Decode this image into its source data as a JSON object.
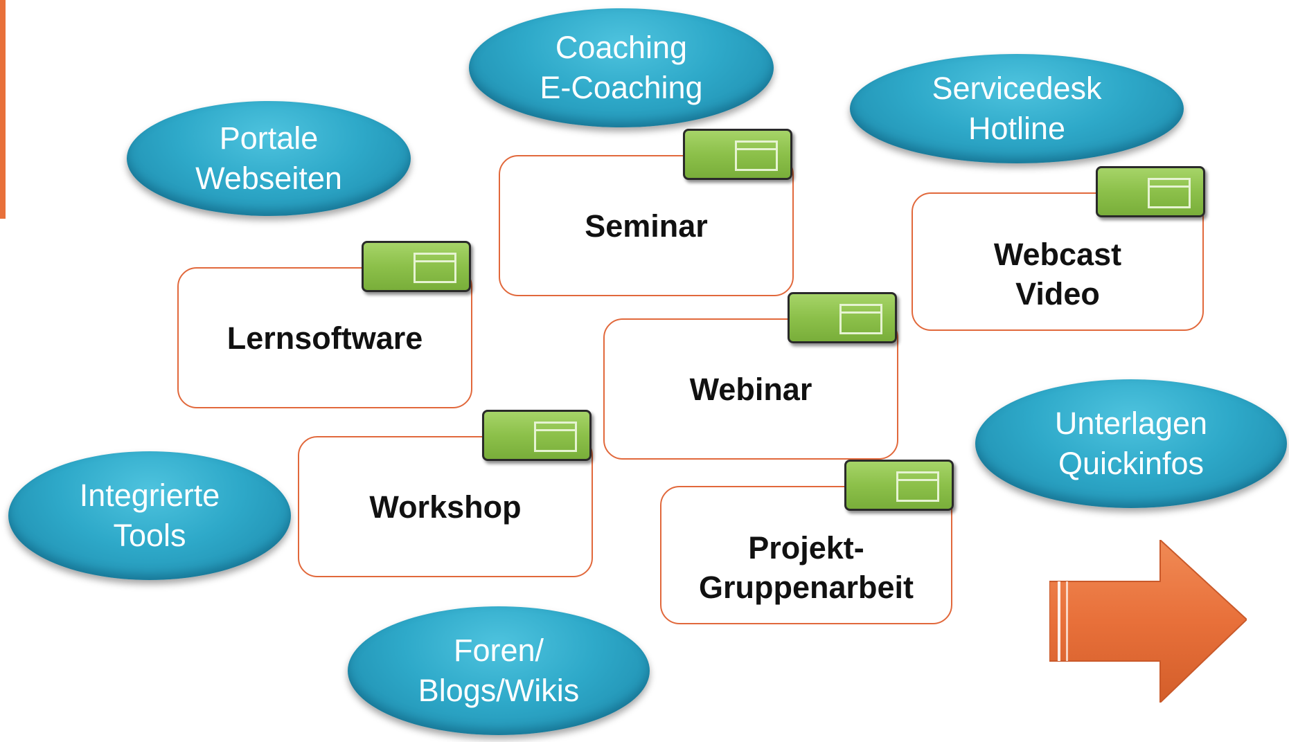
{
  "ellipses": [
    {
      "id": "coaching",
      "line1": "Coaching",
      "line2": "E-Coaching"
    },
    {
      "id": "servicedesk",
      "line1": "Servicedesk",
      "line2": "Hotline"
    },
    {
      "id": "portale",
      "line1": "Portale",
      "line2": "Webseiten"
    },
    {
      "id": "integrierte",
      "line1": "Integrierte",
      "line2": "Tools"
    },
    {
      "id": "foren",
      "line1": "Foren/",
      "line2": "Blogs/Wikis"
    },
    {
      "id": "unterlagen",
      "line1": "Unterlagen",
      "line2": "Quickinfos"
    }
  ],
  "boxes": [
    {
      "id": "seminar",
      "line1": "Seminar",
      "line2": ""
    },
    {
      "id": "lernsoftware",
      "line1": "Lernsoftware",
      "line2": ""
    },
    {
      "id": "webinar",
      "line1": "Webinar",
      "line2": ""
    },
    {
      "id": "workshop",
      "line1": "Workshop",
      "line2": ""
    },
    {
      "id": "webcast",
      "line1": "Webcast",
      "line2": "Video"
    },
    {
      "id": "projekt",
      "line1": "Projekt-",
      "line2": "Gruppenarbeit"
    }
  ],
  "colors": {
    "accent": "#e8703a",
    "ellipse": "#2ea9c9",
    "box_border": "#e1683b",
    "tab": "#8cc04a",
    "arrow": "#e8703a"
  },
  "icons": {
    "tab_icon": "window-icon",
    "arrow": "arrow-right-icon"
  }
}
